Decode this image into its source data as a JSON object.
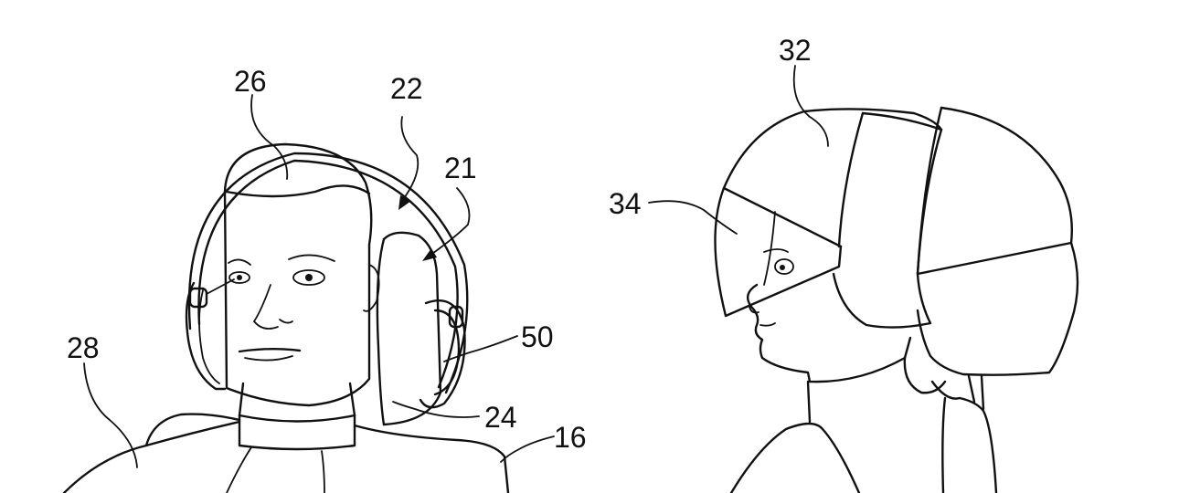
{
  "figure": {
    "references": {
      "r26": "26",
      "r22": "22",
      "r21": "21",
      "r28": "28",
      "r50": "50",
      "r24": "24",
      "r16": "16",
      "r32": "32",
      "r34": "34"
    },
    "colors": {
      "ink": "#111111",
      "background": "#ffffff"
    }
  }
}
